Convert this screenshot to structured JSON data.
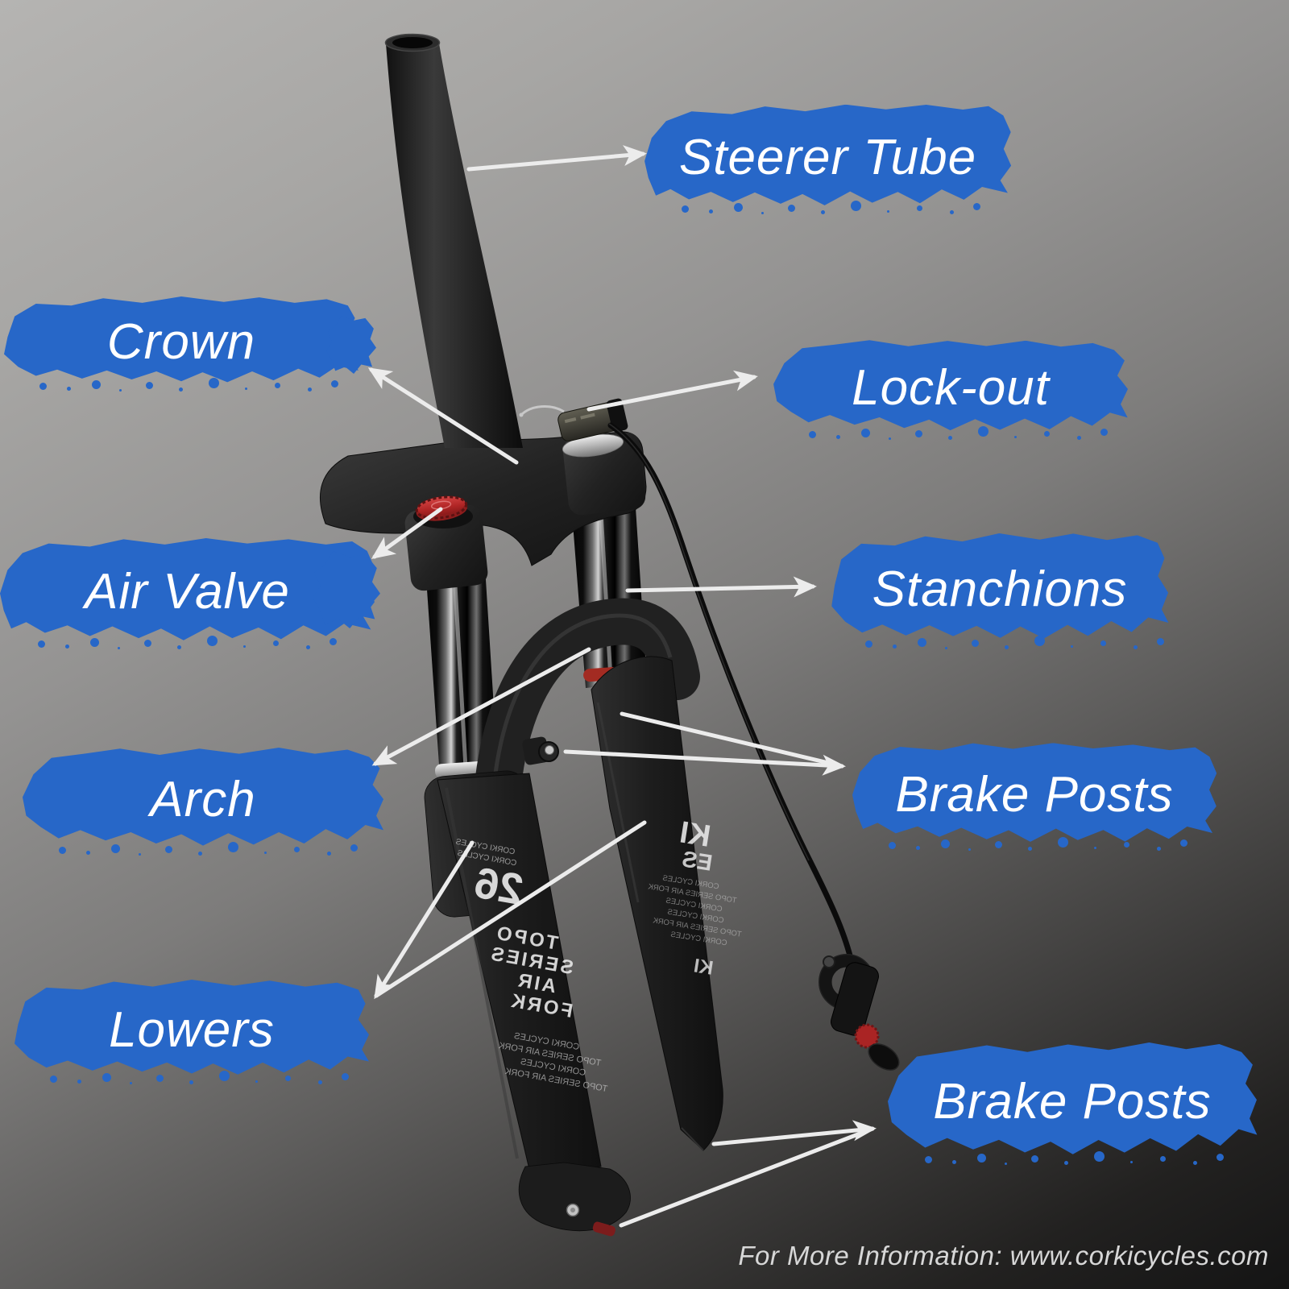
{
  "poster": {
    "accent_blue": "#2767c8",
    "background_top": "#b5b4b2",
    "background_bottom": "#141414",
    "callout_line_color": "#ececec"
  },
  "labels": {
    "steerer_tube": "Steerer Tube",
    "crown": "Crown",
    "lock_out": "Lock-out",
    "air_valve": "Air Valve",
    "stanchions": "Stanchions",
    "arch": "Arch",
    "brake_posts_upper": "Brake Posts",
    "lowers": "Lowers",
    "brake_posts_lower": "Brake Posts"
  },
  "footer": {
    "text": "For More Information: www.corkicycles.com"
  },
  "fork_decals": {
    "wheel_size": "26",
    "model_lines": [
      "TOPO",
      "SERIES",
      "AIR",
      "FORK"
    ],
    "brand": "CORKI CYCLES",
    "fine_print": [
      "CORKI CYCLES",
      "TOPO SERIES AIR FORK",
      "CORKI CYCLES"
    ],
    "right_leg_logo": "KI",
    "right_leg_sub": "ES"
  }
}
